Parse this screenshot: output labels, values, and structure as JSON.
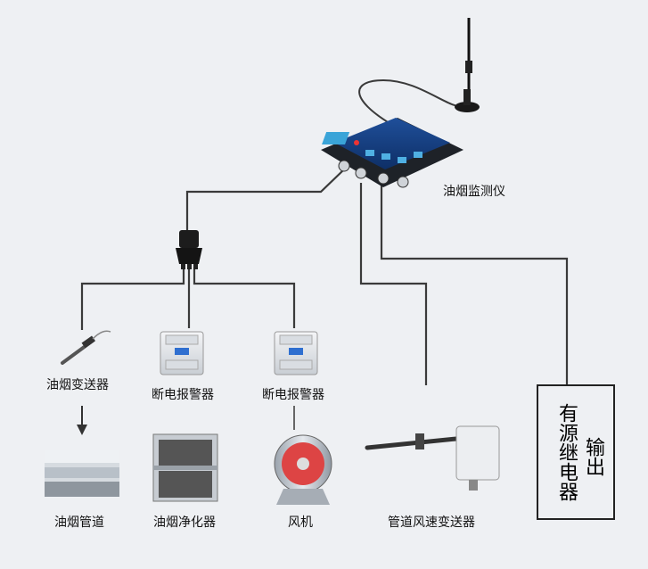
{
  "device": {
    "label": "油烟监测仪"
  },
  "components": [
    {
      "id": "oil-smoke-transmitter",
      "label": "油烟变送器"
    },
    {
      "id": "power-off-alarm-1",
      "label": "断电报警器"
    },
    {
      "id": "power-off-alarm-2",
      "label": "断电报警器"
    },
    {
      "id": "oil-smoke-pipe",
      "label": "油烟管道"
    },
    {
      "id": "oil-smoke-purifier",
      "label": "油烟净化器"
    },
    {
      "id": "fan",
      "label": "风机"
    },
    {
      "id": "duct-wind-speed-transmitter",
      "label": "管道风速变送器"
    }
  ],
  "relay_output": {
    "left_text": "有源继电器",
    "right_text": "输出"
  }
}
